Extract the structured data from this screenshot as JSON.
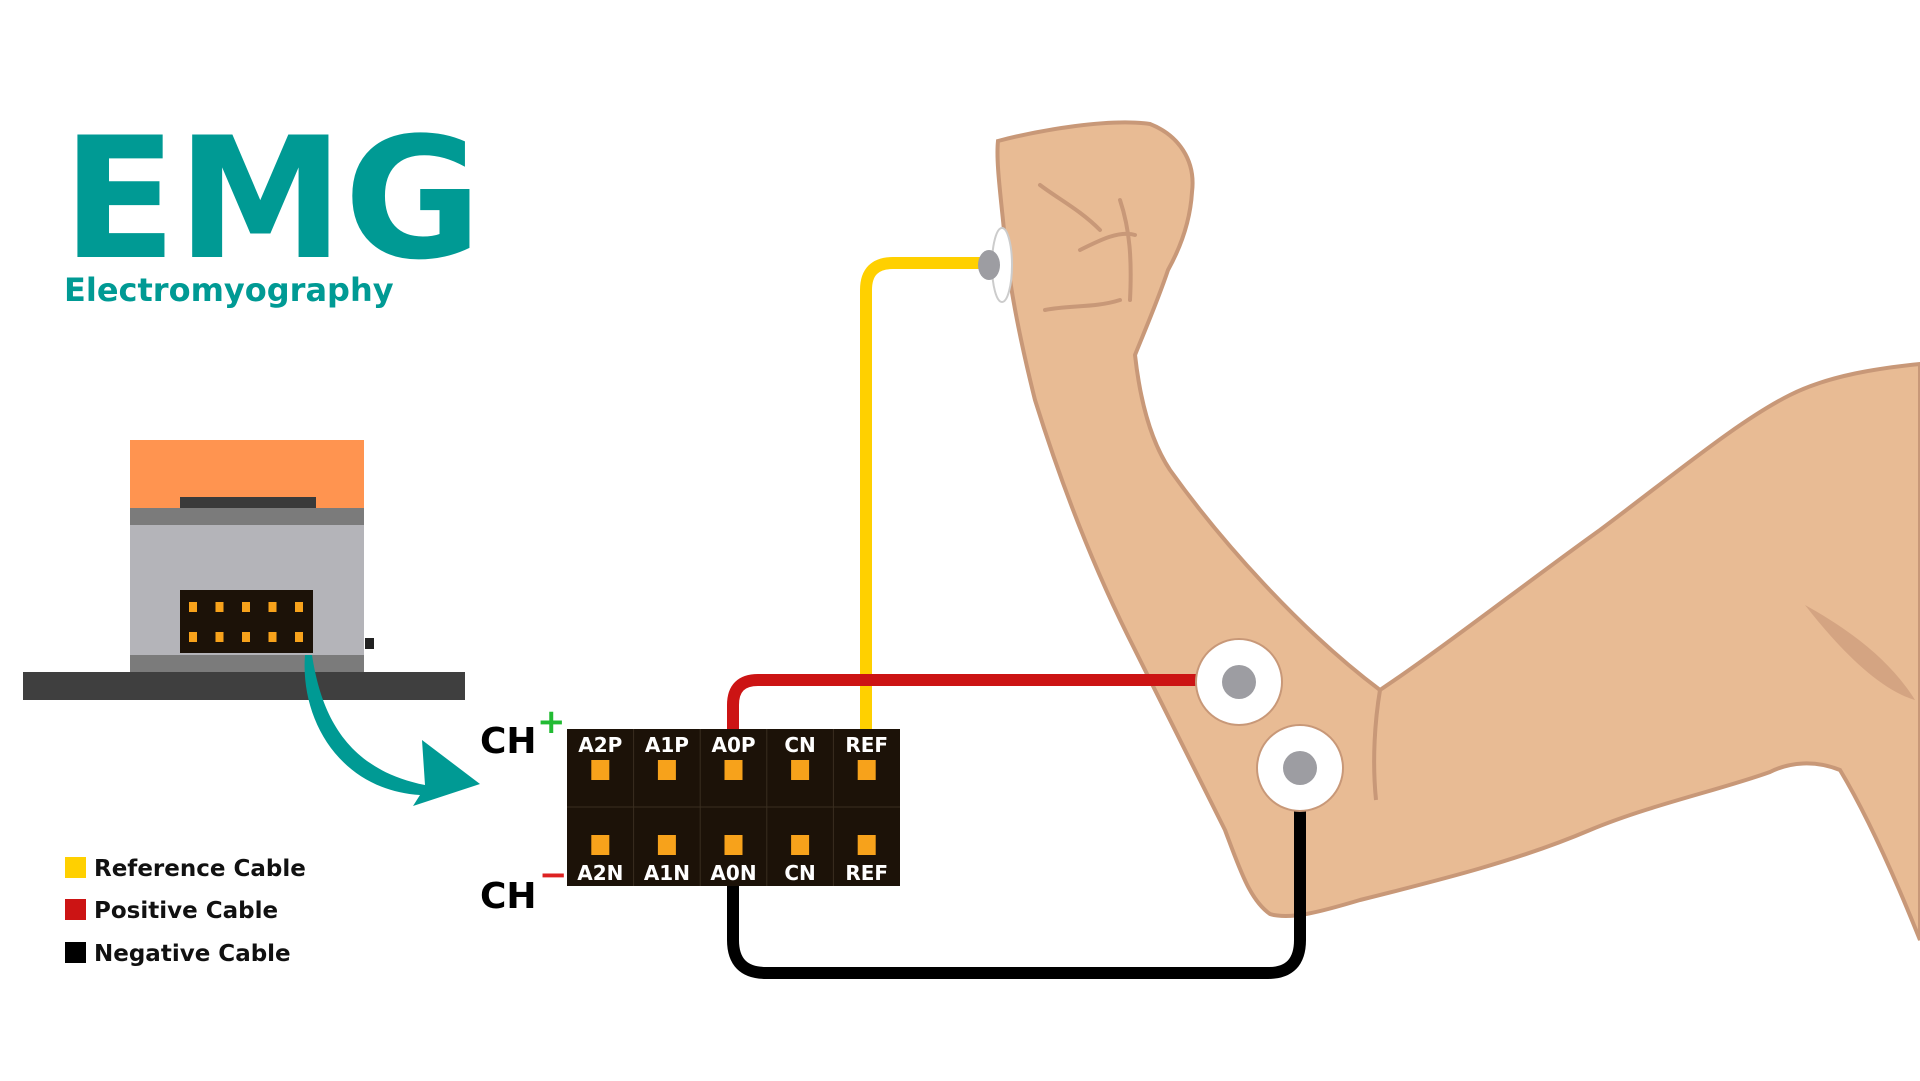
{
  "title": {
    "main": "EMG",
    "subtitle": "Electromyography"
  },
  "colors": {
    "accent": "#009a94",
    "reference": "#ffd000",
    "positive": "#cc1414",
    "negative": "#000000",
    "skin": "#e8bb94",
    "pad": "#f7a21b"
  },
  "channels": {
    "positive_label": "CH",
    "positive_sign": "+",
    "negative_label": "CH",
    "negative_sign": "−"
  },
  "connector": {
    "top_pins": [
      "A2P",
      "A1P",
      "A0P",
      "CN",
      "REF"
    ],
    "bottom_pins": [
      "A2N",
      "A1N",
      "A0N",
      "CN",
      "REF"
    ]
  },
  "legend": [
    {
      "label": "Reference Cable",
      "color": "#ffd000"
    },
    {
      "label": "Positive Cable",
      "color": "#cc1414"
    },
    {
      "label": "Negative Cable",
      "color": "#000000"
    }
  ]
}
